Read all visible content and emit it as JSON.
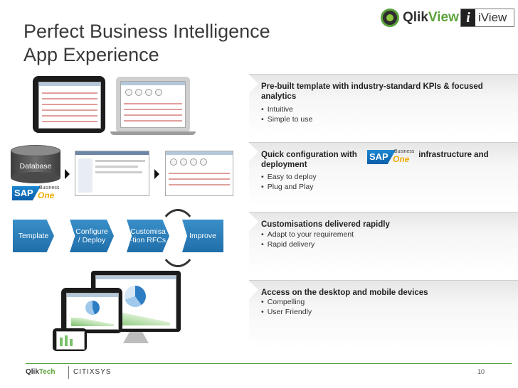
{
  "title": "Perfect Business Intelligence\nApp Experience",
  "logo": {
    "qlik": "Qlik",
    "view": "View",
    "iview_i": "i",
    "iview": "iView"
  },
  "sap": {
    "sap": "SAP",
    "business": "Business",
    "one": "One"
  },
  "database_label": "Database",
  "process_steps": [
    "Template",
    "Configure\n/ Deploy",
    "Customisa\n-tion RFCs",
    "Improve"
  ],
  "panels": [
    {
      "heading": "Pre-built template with industry-standard KPIs & focused analytics",
      "bullets": [
        "Intuitive",
        "Simple to use"
      ]
    },
    {
      "heading_pre": "Quick configuration with",
      "heading_post": "infrastructure and deployment",
      "bullets": [
        "Easy to deploy",
        "Plug and Play"
      ]
    },
    {
      "heading": "Customisations delivered rapidly",
      "bullets": [
        "Adapt to your requirement",
        "Rapid delivery"
      ]
    },
    {
      "heading": "Access on the desktop and mobile devices",
      "bullets": [
        "Compelling",
        "User Friendly"
      ]
    }
  ],
  "footer": {
    "qlik": "Qlik",
    "tech": "Tech",
    "citixsys": "CITIXSYS",
    "page": "10"
  },
  "colors": {
    "qlik_green": "#5ba33b",
    "sap_blue": "#0b5ea8",
    "sap_gold": "#f0ab00",
    "step_blue": "#1f6eaa"
  }
}
